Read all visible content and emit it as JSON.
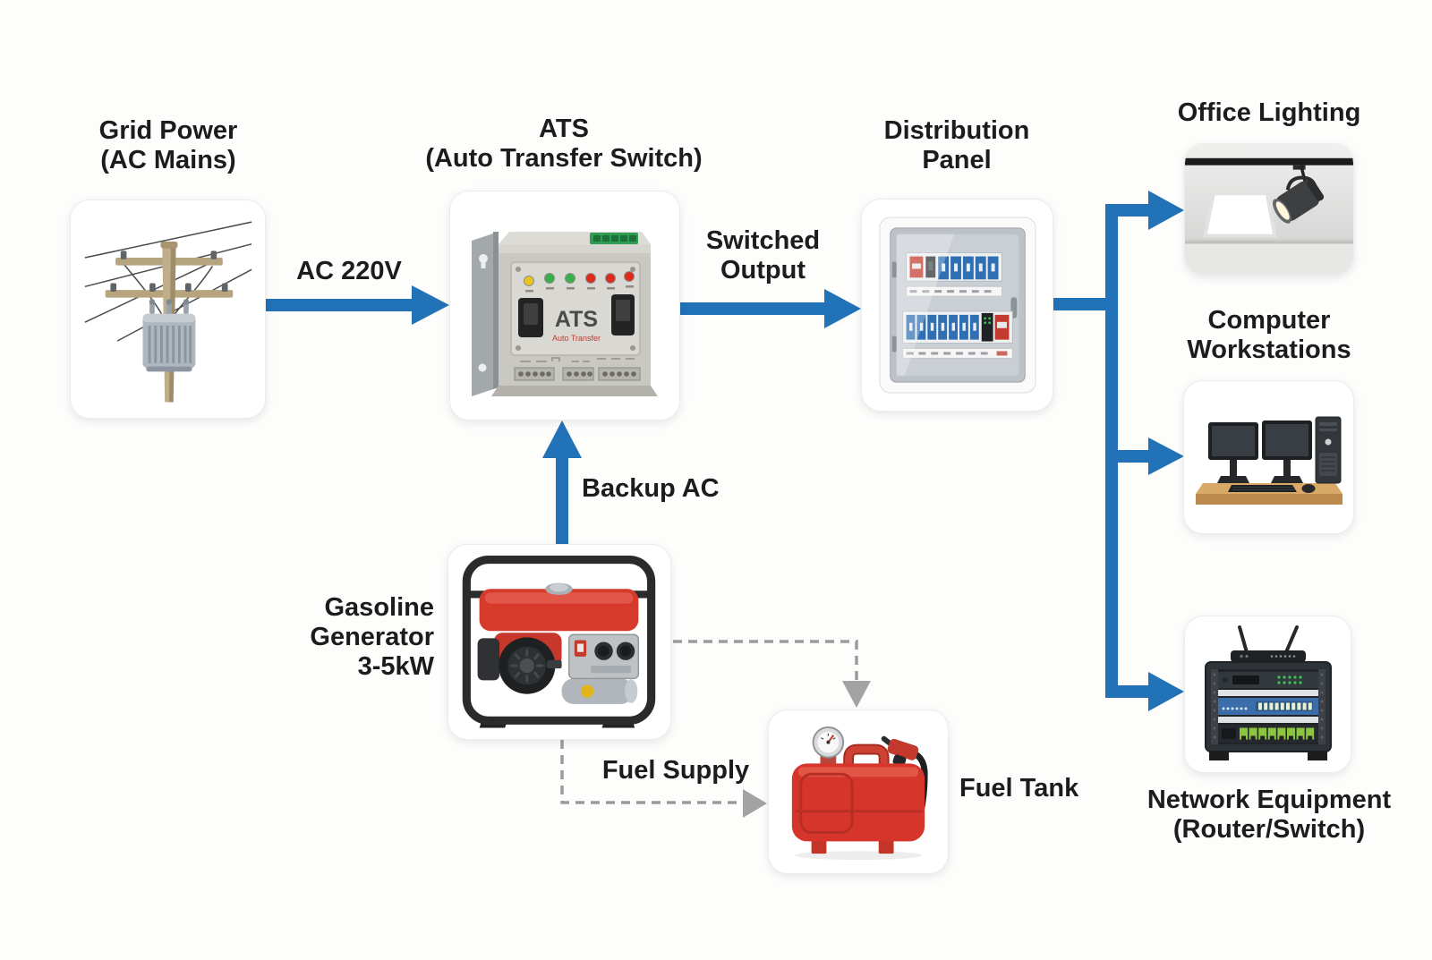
{
  "colors": {
    "arrow_blue": "#2272b8",
    "dashed_gray": "#9b9b9b",
    "label_text": "#1c1c1c",
    "background": "#fdfdfc",
    "card_background": "#ffffff"
  },
  "nodes": {
    "grid_power": {
      "label": [
        "Grid Power",
        "(AC Mains)"
      ],
      "icon": "utility-pole"
    },
    "ats": {
      "label": [
        "ATS",
        "(Auto Transfer Switch)"
      ],
      "device_label": "ATS",
      "device_sublabel": "Auto Transfer",
      "icon": "ats-device"
    },
    "distribution_panel": {
      "label": [
        "Distribution",
        "Panel"
      ],
      "icon": "breaker-panel"
    },
    "office_lighting": {
      "label": [
        "Office Lighting"
      ],
      "icon": "ceiling-lights"
    },
    "computer_workstations": {
      "label": [
        "Computer",
        "Workstations"
      ],
      "icon": "desktop-workstation"
    },
    "network_equipment": {
      "label": [
        "Network Equipment",
        "(Router/Switch)"
      ],
      "icon": "network-rack"
    },
    "generator": {
      "label": [
        "Gasoline",
        "Generator",
        "3-5kW"
      ],
      "icon": "gasoline-generator"
    },
    "fuel_tank": {
      "label": [
        "Fuel Tank"
      ],
      "icon": "fuel-tank"
    }
  },
  "edges": {
    "ac_220v": {
      "label": "AC 220V",
      "from": "grid_power",
      "to": "ats",
      "style": "solid-blue"
    },
    "switched_output": {
      "label": [
        "Switched",
        "Output"
      ],
      "from": "ats",
      "to": "distribution_panel",
      "style": "solid-blue"
    },
    "backup_ac": {
      "label": "Backup AC",
      "from": "generator",
      "to": "ats",
      "style": "solid-blue"
    },
    "panel_branches": {
      "from": "distribution_panel",
      "to": [
        "office_lighting",
        "computer_workstations",
        "network_equipment"
      ],
      "style": "solid-blue"
    },
    "fuel_supply": {
      "label": "Fuel Supply",
      "from": "generator",
      "to": "fuel_tank",
      "style": "dashed-gray"
    }
  }
}
